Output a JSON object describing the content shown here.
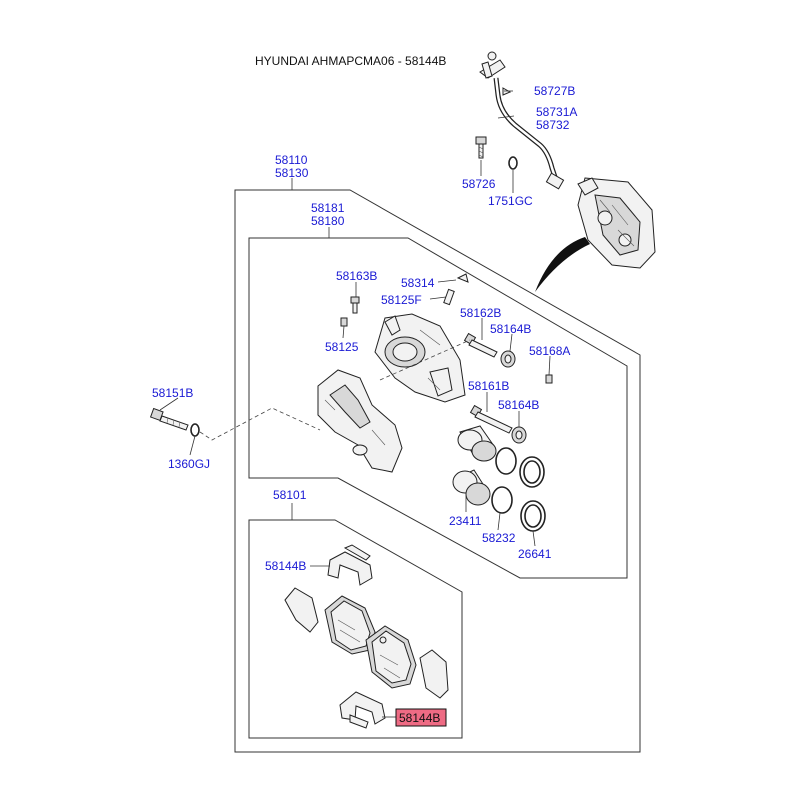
{
  "title": "HYUNDAI AHMAPCMA06 - 58144B",
  "highlight_color": "#ee6b84",
  "label_color": "#1a1ad4",
  "labels": {
    "p58727b": "58727B",
    "p58731a": "58731A",
    "p58732": "58732",
    "p58726": "58726",
    "p1751gc": "1751GC",
    "p58110": "58110",
    "p58130": "58130",
    "p58181": "58181",
    "p58180": "58180",
    "p58163b": "58163B",
    "p58314": "58314",
    "p58125f": "58125F",
    "p58162b": "58162B",
    "p58164b_1": "58164B",
    "p58168a": "58168A",
    "p58125": "58125",
    "p58161b": "58161B",
    "p58164b_2": "58164B",
    "p58151b": "58151B",
    "p1360gj": "1360GJ",
    "p23411": "23411",
    "p58232": "58232",
    "p26641": "26641",
    "p58101": "58101",
    "p58144b_1": "58144B",
    "p58144b_2": "58144B"
  }
}
